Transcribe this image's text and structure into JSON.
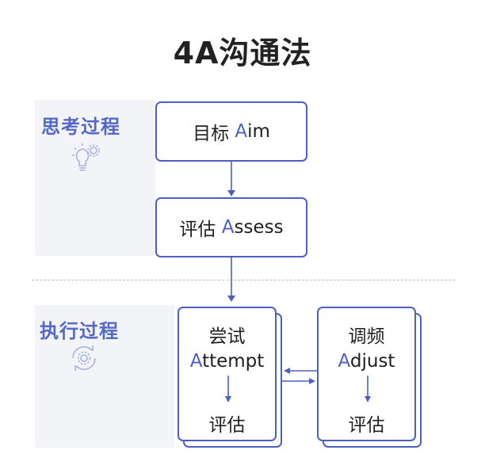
{
  "title": "4A沟通法",
  "sections": [
    {
      "label": "思考过程",
      "icon": "lightbulb-gear-icon"
    },
    {
      "label": "执行过程",
      "icon": "refresh-gear-icon"
    }
  ],
  "steps": {
    "aim": {
      "cn": "目标",
      "initial": "A",
      "rest": "im"
    },
    "assess": {
      "cn": "评估",
      "initial": "A",
      "rest": "ssess"
    },
    "attempt": {
      "cn": "尝试",
      "initial": "A",
      "rest": "ttempt",
      "sub": "评估"
    },
    "adjust": {
      "cn": "调频",
      "initial": "A",
      "rest": "djust",
      "sub": "评估"
    }
  },
  "colors": {
    "accent": "#4d5fc2",
    "panel": "#f3f4f8",
    "label": "#5468c9"
  }
}
